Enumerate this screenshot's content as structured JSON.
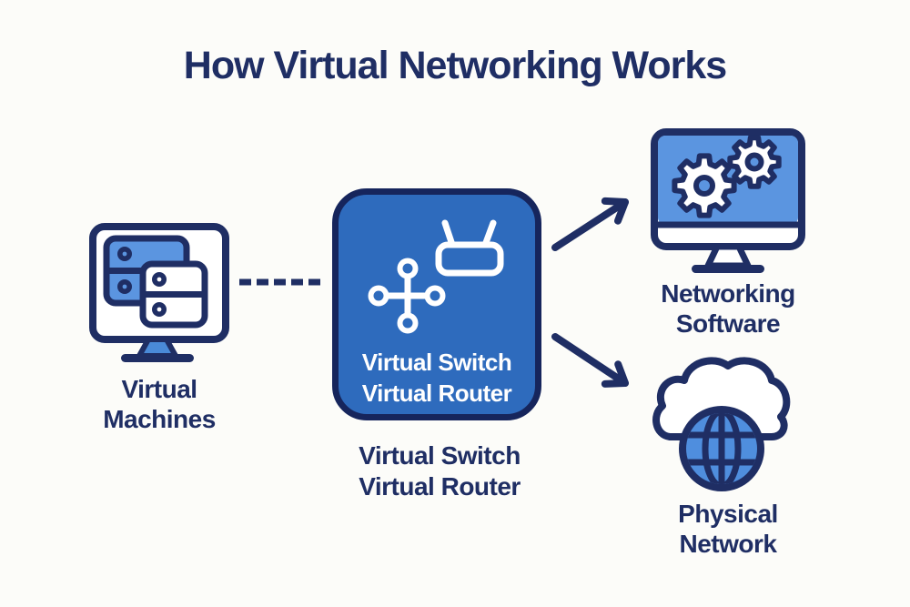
{
  "title": "How Virtual Networking Works",
  "colors": {
    "background": "#fcfcf9",
    "navy_text_stroke": "#1f2e64",
    "box_blue": "#2e6bbd",
    "box_border": "#16255c",
    "light_blue": "#5b95e0",
    "globe_blue": "#4f8ede",
    "box_text": "#ffffff"
  },
  "nodes": {
    "virtual_machines": {
      "icon": "vm-monitor-icon",
      "label": {
        "line1": "Virtual",
        "line2": "Machines"
      }
    },
    "virtual_switch_router": {
      "icons": [
        "virtual-switch-icon",
        "virtual-router-icon"
      ],
      "box_label": {
        "line1": "Virtual Switch",
        "line2": "Virtual Router"
      },
      "caption": {
        "line1": "Virtual Switch",
        "line2": "Virtual Router"
      }
    },
    "networking_software": {
      "icon": "gears-monitor-icon",
      "label": {
        "line1": "Networking",
        "line2": "Software"
      }
    },
    "physical_network": {
      "icon": "cloud-globe-icon",
      "label": {
        "line1": "Physical",
        "line2": "Network"
      }
    }
  },
  "connectors": {
    "vm_to_switch": {
      "type": "dashed-line"
    },
    "switch_to_networking_software": {
      "type": "arrow"
    },
    "switch_to_physical_network": {
      "type": "arrow"
    }
  }
}
